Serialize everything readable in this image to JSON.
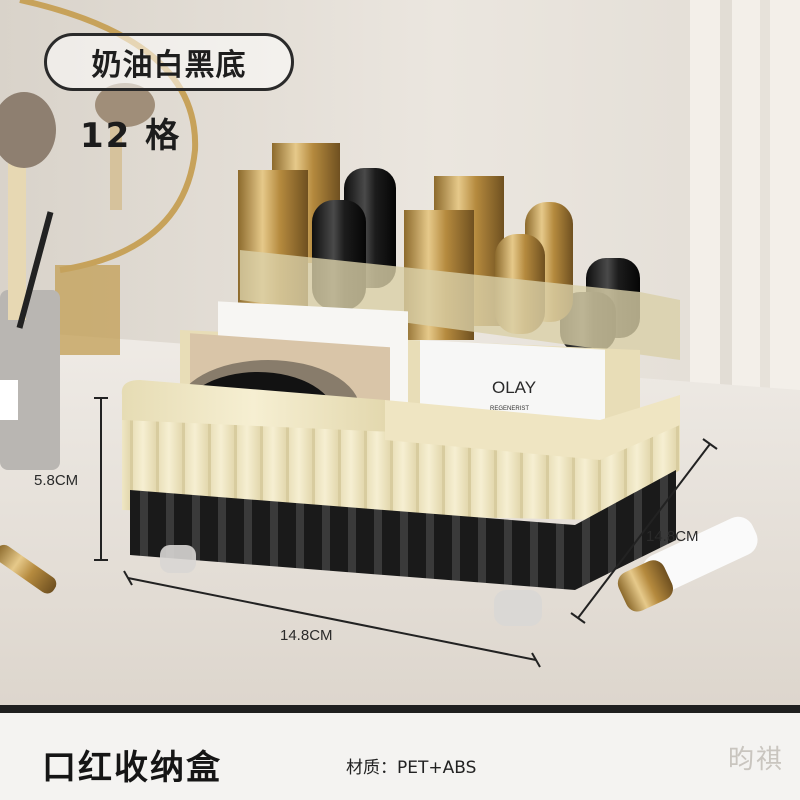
{
  "header": {
    "color_label": "奶油白黑底",
    "compartment_count": "12 格"
  },
  "dimensions": {
    "height": "5.8CM",
    "depth": "14.8CM",
    "width": "14.8CM"
  },
  "product_box": {
    "brand_label": "OLAY",
    "brand_sub": "REGENERIST"
  },
  "footer": {
    "product_name": "口红收纳盒",
    "material": "材质：PET+ABS",
    "watermark": "昀祺"
  },
  "colors": {
    "cream": "#f1e9c8",
    "black": "#1a1a1a",
    "gold": "#c9a45a",
    "background": "#e9e4dc"
  }
}
